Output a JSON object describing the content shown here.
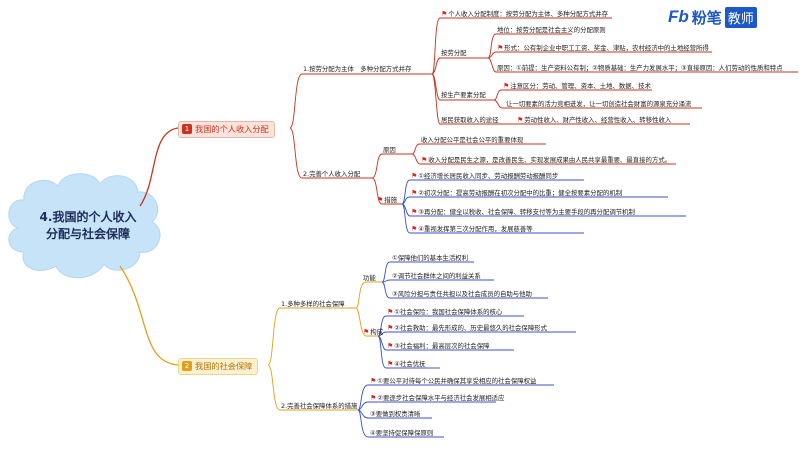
{
  "logo": {
    "mark": "Fb",
    "brand": "粉笔",
    "badge": "教师"
  },
  "central_topic": {
    "line1": "4.我国的个人收入",
    "line2": "分配与社会保障"
  },
  "branch1": {
    "number": "1",
    "title": "我国的个人收入分配",
    "sub1": {
      "label": "1.按劳分配为主体　多种分配方式并存",
      "top_item": "个人收入分配制度：按劳分配为主体、多种分配方式并存",
      "anlao": {
        "label": "按劳分配",
        "status": "地位：按劳分配是社会主义的分配原则",
        "form": "形式：公有制企业中职工工资、奖金、津贴，农村经济中的土地经营所得",
        "reason": "原因：①前提：生产资料公有制；②物质基础：生产力发展水平；③直接原因：人们劳动的性质和特点"
      },
      "factor": {
        "label": "按生产要素分配",
        "note": "注意区分：劳动、管理、资本、土地、数据、技术",
        "goal": "让一切要素的活力竞相迸发，让一切创造社会财富的源泉充分涌流"
      },
      "channels": {
        "label": "居民获取收入的途径",
        "value": "劳动性收入、财产性收入、经营性收入、转移性收入"
      }
    },
    "sub2": {
      "label": "2.完善个人收入分配",
      "reason_label": "原因",
      "reasons": [
        "收入分配公平是社会公平的重要体现",
        "收入分配是民生之源，是改善民生、实现发展成果由人民共享最重要、最直接的方式。"
      ],
      "measures_label": "措施",
      "measures": [
        "①经济增长居民收入同步、劳动报酬劳动报酬同步",
        "②初次分配：提高劳动报酬在初次分配中的比重；健全按要素分配的机制",
        "③再分配：健全以税收、社会保障、转移支付等为主要手段的再分配调节机制",
        "④重视发挥第三次分配作用，发展慈善等"
      ]
    }
  },
  "branch2": {
    "number": "2",
    "title": "我国的社会保障",
    "sub1": {
      "label": "1.多种多样的社会保障",
      "function_label": "功能",
      "functions": [
        "①保障他们的基本生活权利",
        "②调节社会群体之间的利益关系",
        "③风险分担与责任共担以及社会成员的自助与他助"
      ],
      "structure_label": "构成",
      "structure": [
        "①社会保险：我国社会保障体系的核心",
        "②社会救助：最先形成的、历史最悠久的社会保障形式",
        "③社会福利：最高层次的社会保障",
        "④社会优抚"
      ]
    },
    "sub2": {
      "label": "2.完善社会保障体系的措施",
      "measures": [
        "①要公平对待每个公民并确保其享受相应的社会保障权益",
        "②要逐步社会保障水平与经济社会发展相适应",
        "③要做到权责清晰",
        "④要坚持促保障保原则"
      ]
    }
  },
  "colors": {
    "branch1": "#c9331f",
    "branch2": "#e2a01a",
    "blue_line": "#3c52c8",
    "flag": "#d7261e"
  }
}
